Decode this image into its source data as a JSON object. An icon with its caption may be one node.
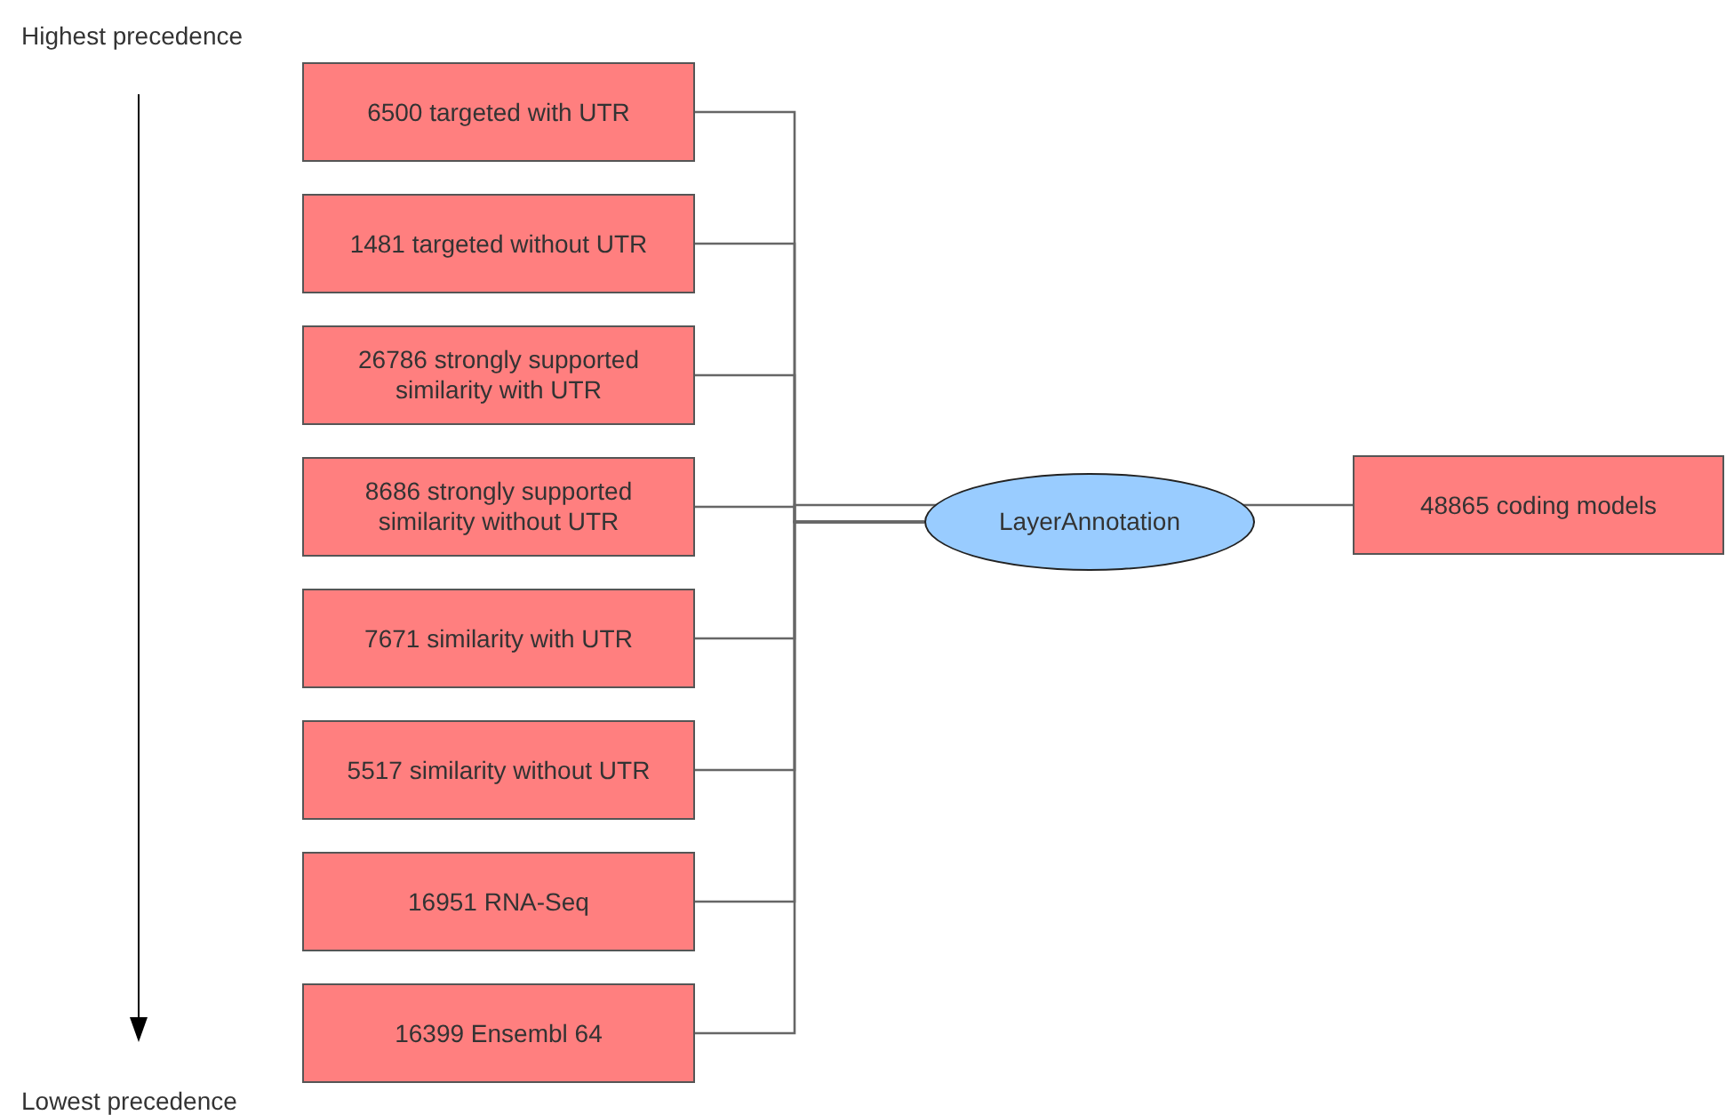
{
  "diagram": {
    "nodes": [
      {
        "text": [
          "6500 targeted with UTR"
        ]
      },
      {
        "text": [
          "1481 targeted without UTR"
        ]
      },
      {
        "text": [
          "26786 strongly supported similarity with UTR"
        ]
      },
      {
        "text": [
          "8686 strongly supported similarity without UTR"
        ]
      },
      {
        "text": [
          "7671 similarity with UTR"
        ]
      },
      {
        "text": [
          "5517 similarity without UTR"
        ]
      },
      {
        "text": [
          "16951 RNA-Seq"
        ]
      },
      {
        "text": [
          "16399 Ensembl 64"
        ]
      },
      {
        "text": [
          "LayerAnnotation"
        ]
      },
      {
        "text": [
          "48865 coding models"
        ]
      }
    ],
    "edges": [
      {
        "from": 0,
        "to": 8,
        "arrow": "none"
      },
      {
        "from": 1,
        "to": 8,
        "arrow": "none"
      },
      {
        "from": 2,
        "to": 8,
        "arrow": "none"
      },
      {
        "from": 3,
        "to": 8,
        "arrow": "none"
      },
      {
        "from": 4,
        "to": 8,
        "arrow": "none"
      },
      {
        "from": 5,
        "to": 8,
        "arrow": "none"
      },
      {
        "from": 6,
        "to": 8,
        "arrow": "none"
      },
      {
        "from": 7,
        "to": 8,
        "arrow": "none"
      },
      {
        "from": 8,
        "to": 9,
        "arrow": "none"
      }
    ],
    "labels": [
      "Highest precedence",
      "Lowest precedence"
    ]
  }
}
